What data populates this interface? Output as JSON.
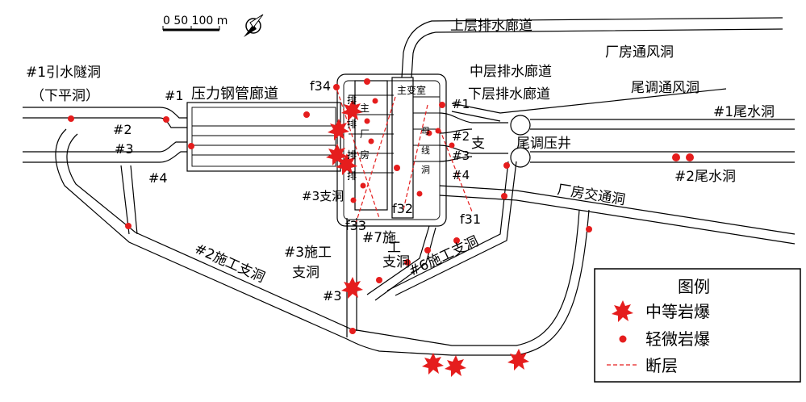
{
  "scale_bar": {
    "label": "0 50 100 m"
  },
  "tunnels": {
    "intake": "#1引水隧洞",
    "intake_sub": "（下平洞）",
    "penstock_gallery": "压力钢管廊道",
    "upper_drain": "上层排水廊道",
    "middle_drain": "中层排水廊道",
    "lower_drain": "下层排水廊道",
    "powerhouse_vent": "厂房通风洞",
    "surge_vent": "尾调通风洞",
    "tailrace1": "#1尾水洞",
    "tailrace2": "#2尾水洞",
    "surge_tank": "尾调压井",
    "branch_word": "支",
    "powerhouse_access": "厂房交通洞",
    "adit2": "#2施工支洞",
    "adit3_a": "#3施工",
    "adit3_b": "支洞",
    "adit7_a": "#7施",
    "adit7_b": "工",
    "adit7_c": "支洞",
    "adit6": "#6施工支洞",
    "branch3": "#3支洞",
    "main_transformer": "主变室",
    "hall_chars": [
      "主",
      "厂",
      "房"
    ],
    "drain_chars": [
      "排",
      "排",
      "排",
      "排"
    ],
    "busbar_chars": [
      "母",
      "线",
      "洞"
    ]
  },
  "numbers": {
    "l1": "#1",
    "l2": "#2",
    "l3": "#3",
    "l4": "#4",
    "r1": "#1",
    "r2": "#2",
    "r3": "#3",
    "r4": "#4",
    "adit3_num": "#3"
  },
  "faults": [
    "f34",
    "f33",
    "f32",
    "f31"
  ],
  "legend": {
    "title": "图例",
    "items": [
      {
        "label": "中等岩爆",
        "symbol": "large-burst",
        "color": "#e51d1d"
      },
      {
        "label": "轻微岩爆",
        "symbol": "small-burst",
        "color": "#e51d1d"
      },
      {
        "label": "断层",
        "symbol": "dashed-line",
        "color": "#e51d1d"
      }
    ]
  },
  "colors": {
    "rockburst": "#e51d1d",
    "tunnel": "#000000"
  }
}
